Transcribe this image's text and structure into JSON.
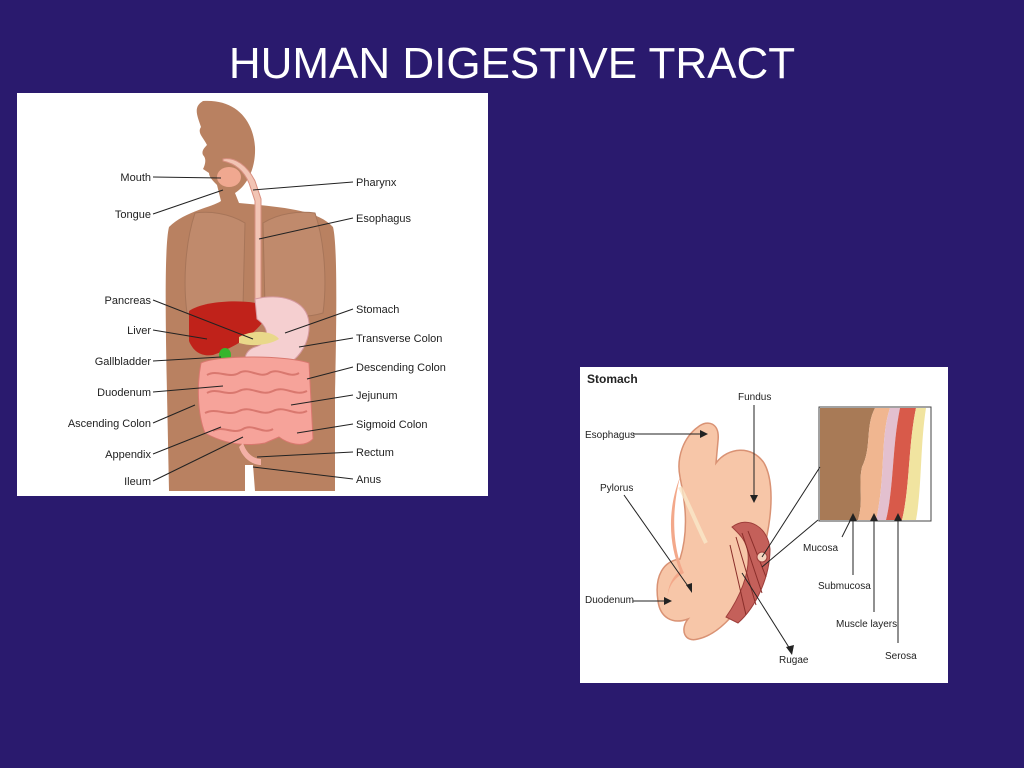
{
  "slide": {
    "title": "HUMAN DIGESTIVE TRACT"
  },
  "body_diagram": {
    "left_labels": [
      "Mouth",
      "Tongue",
      "Pancreas",
      "Liver",
      "Gallbladder",
      "Duodenum",
      "Ascending Colon",
      "Appendix",
      "Ileum"
    ],
    "right_labels": [
      "Pharynx",
      "Esophagus",
      "Stomach",
      "Transverse Colon",
      "Descending Colon",
      "Jejunum",
      "Sigmoid Colon",
      "Rectum",
      "Anus"
    ]
  },
  "stomach_diagram": {
    "title": "Stomach",
    "labels": {
      "fundus": "Fundus",
      "esophagus": "Esophagus",
      "pylorus": "Pylorus",
      "duodenum": "Duodenum",
      "mucosa": "Mucosa",
      "submucosa": "Submucosa",
      "muscle_layers": "Muscle layers",
      "serosa": "Serosa",
      "rugae": "Rugae"
    }
  }
}
